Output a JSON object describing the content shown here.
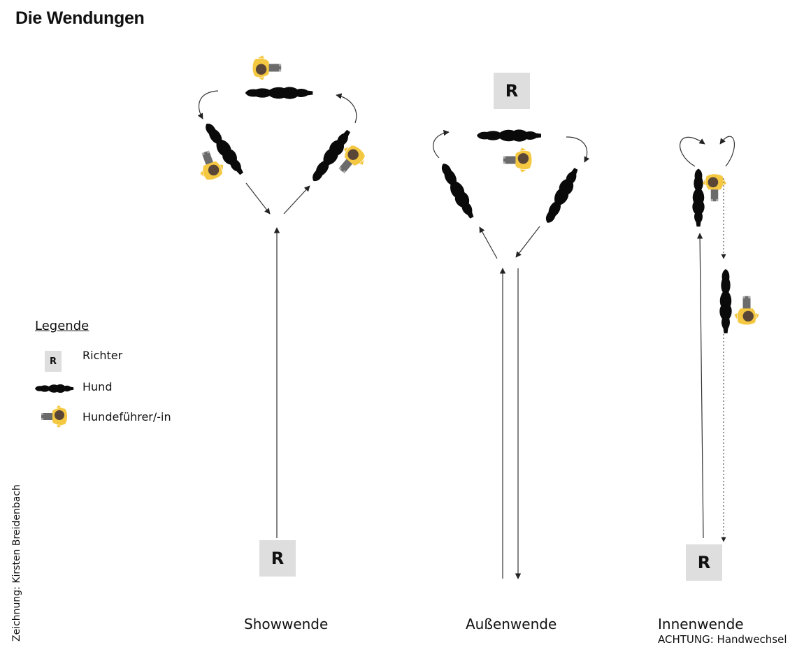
{
  "title": "Die Wendungen",
  "legend": {
    "heading": "Legende",
    "items": [
      {
        "symbol": "R",
        "label": "Richter"
      },
      {
        "label": "Hund"
      },
      {
        "label": "Hundeführer/-in"
      }
    ]
  },
  "diagrams": [
    {
      "name": "Showwende",
      "judge": "R"
    },
    {
      "name": "Außenwende",
      "judge": "R"
    },
    {
      "name": "Innenwende",
      "note": "ACHTUNG: Handwechsel",
      "judge": "R"
    }
  ],
  "credit": "Zeichnung: Kirsten Breidenbach",
  "colors": {
    "handler_shirt": "#f5c842",
    "handler_pants": "#6b6b6b",
    "handler_hair": "#5a4636",
    "dog": "#0a0a0a",
    "judge_box": "#dedede",
    "arrow": "#333333"
  }
}
